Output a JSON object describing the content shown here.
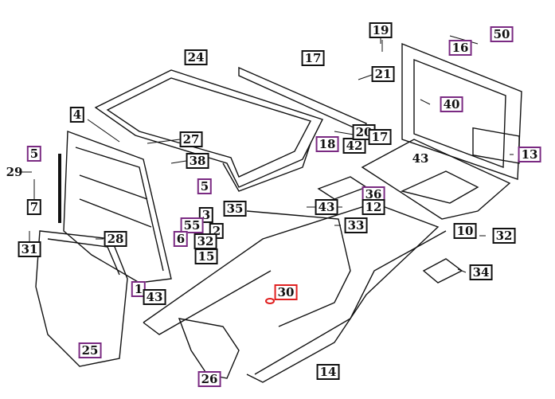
{
  "colors": {
    "default_border": "#111111",
    "highlight_purple": "#7a2a82",
    "highlight_red": "#e02020"
  },
  "callouts": [
    {
      "num": "50",
      "style": "purple"
    },
    {
      "num": "16",
      "style": "purple"
    },
    {
      "num": "19",
      "style": "black"
    },
    {
      "num": "24",
      "style": "black"
    },
    {
      "num": "17",
      "style": "black"
    },
    {
      "num": "21",
      "style": "black"
    },
    {
      "num": "40",
      "style": "purple"
    },
    {
      "num": "4",
      "style": "black"
    },
    {
      "num": "27",
      "style": "black"
    },
    {
      "num": "18",
      "style": "purple"
    },
    {
      "num": "42",
      "style": "black"
    },
    {
      "num": "20",
      "style": "black"
    },
    {
      "num": "17",
      "style": "black"
    },
    {
      "num": "13",
      "style": "purple"
    },
    {
      "num": "5",
      "style": "purple"
    },
    {
      "num": "38",
      "style": "black"
    },
    {
      "num": "29",
      "style": "none"
    },
    {
      "num": "43",
      "style": "none"
    },
    {
      "num": "5",
      "style": "purple"
    },
    {
      "num": "36",
      "style": "purple"
    },
    {
      "num": "12",
      "style": "black"
    },
    {
      "num": "7",
      "style": "black"
    },
    {
      "num": "3",
      "style": "black"
    },
    {
      "num": "35",
      "style": "black"
    },
    {
      "num": "43",
      "style": "black"
    },
    {
      "num": "33",
      "style": "black"
    },
    {
      "num": "10",
      "style": "black"
    },
    {
      "num": "32",
      "style": "black"
    },
    {
      "num": "55",
      "style": "purple"
    },
    {
      "num": "6",
      "style": "purple"
    },
    {
      "num": "2",
      "style": "black"
    },
    {
      "num": "28",
      "style": "black"
    },
    {
      "num": "32",
      "style": "black"
    },
    {
      "num": "31",
      "style": "black"
    },
    {
      "num": "15",
      "style": "black"
    },
    {
      "num": "34",
      "style": "black"
    },
    {
      "num": "1",
      "style": "purple"
    },
    {
      "num": "43",
      "style": "black"
    },
    {
      "num": "30",
      "style": "red"
    },
    {
      "num": "25",
      "style": "purple"
    },
    {
      "num": "26",
      "style": "purple"
    },
    {
      "num": "14",
      "style": "black"
    }
  ]
}
